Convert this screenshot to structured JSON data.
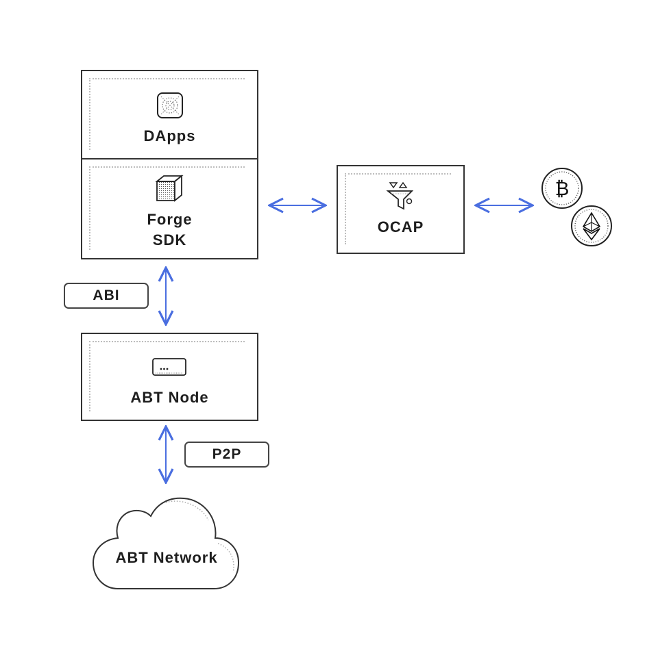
{
  "nodes": {
    "dapps": {
      "label": "DApps",
      "icon": "dapp-grid-icon"
    },
    "forge_sdk": {
      "label_line1": "Forge",
      "label_line2": "SDK",
      "icon": "cube-icon"
    },
    "ocap": {
      "label": "OCAP",
      "icon": "funnel-icon"
    },
    "abt_node": {
      "label": "ABT Node",
      "icon": "terminal-icon"
    },
    "abt_network": {
      "label": "ABT Network",
      "icon": "cloud-icon"
    }
  },
  "tags": {
    "abi": "ABI",
    "p2p": "P2P"
  },
  "coins": {
    "bitcoin": {
      "symbol": "₿",
      "icon": "bitcoin-icon"
    },
    "ethereum": {
      "icon": "ethereum-icon"
    }
  },
  "colors": {
    "arrow": "#4a6ee0",
    "border": "#333333",
    "dots": "#bdbdbd"
  }
}
